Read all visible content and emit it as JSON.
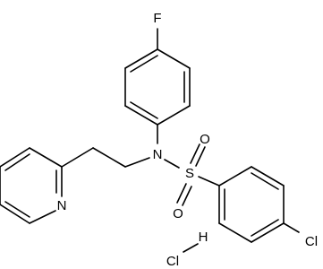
{
  "molecule": {
    "atoms": {
      "fluorine": "F",
      "nitrogen_sulfonamide": "N",
      "nitrogen_pyridine": "N",
      "sulfur": "S",
      "oxygen_top": "O",
      "oxygen_bottom": "O",
      "chlorine_aryl": "Cl",
      "chlorine_salt": "Cl",
      "hydrogen_salt": "H"
    },
    "colors": {
      "bond": "#000000",
      "label": "#000000",
      "background": "#ffffff"
    }
  }
}
